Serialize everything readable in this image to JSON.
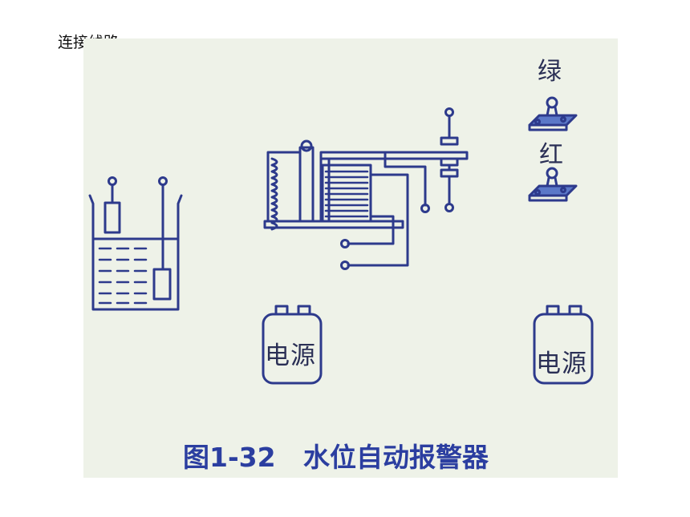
{
  "heading": "连接线路",
  "figure": {
    "lamp_green_label": "绿",
    "lamp_red_label": "红",
    "power_left_label": "电源",
    "power_right_label": "电源",
    "caption": "图1-32   水位自动报警器"
  },
  "colors": {
    "figure_background": "#eef2e8",
    "line": "#2d3a8c",
    "caption": "#2b3ea0",
    "lamp_base": "#5b78c8"
  }
}
